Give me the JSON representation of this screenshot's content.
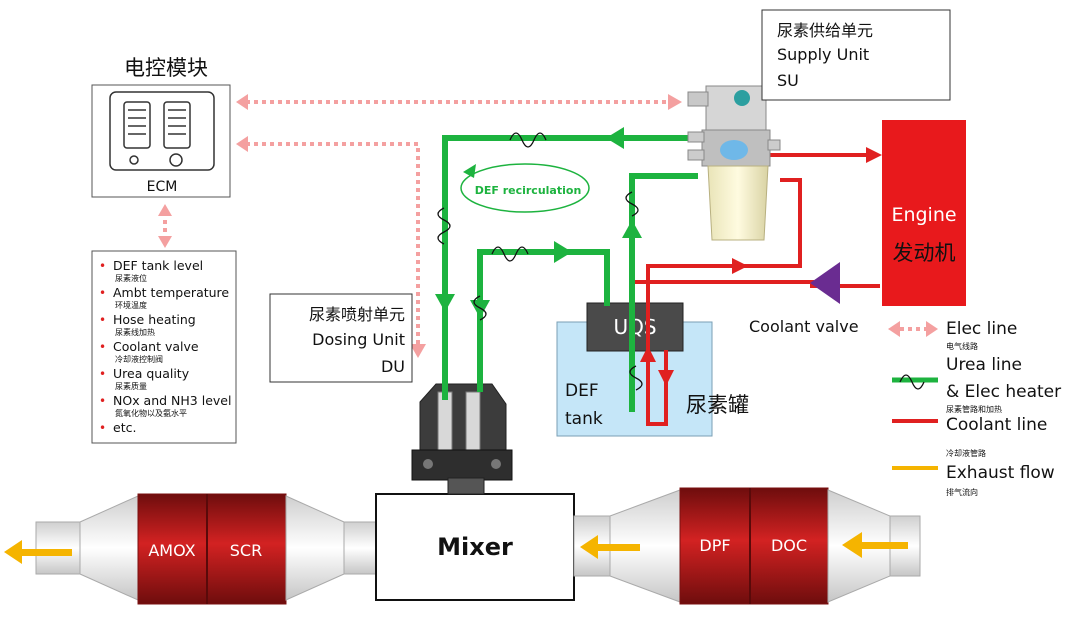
{
  "ecm": {
    "title": "电控模块",
    "label": "ECM"
  },
  "supply_unit": {
    "title_cn": "尿素供给单元",
    "title_en": "Supply Unit",
    "abbr": "SU"
  },
  "dosing_unit": {
    "title_cn": "尿素喷射单元",
    "title_en": "Dosing Unit",
    "abbr": "DU"
  },
  "engine": {
    "title_en": "Engine",
    "title_cn": "发动机"
  },
  "tank": {
    "sensor": "UQS",
    "line1": "DEF",
    "line2": "tank",
    "title_cn": "尿素罐"
  },
  "recirculation": {
    "label": "DEF recirculation"
  },
  "coolant_valve": {
    "label": "Coolant valve"
  },
  "mixer": {
    "label": "Mixer"
  },
  "catalysts": {
    "amox": "AMOX",
    "scr": "SCR",
    "dpf": "DPF",
    "doc": "DOC"
  },
  "signals": [
    {
      "en": "DEF tank level",
      "cn": "尿素液位"
    },
    {
      "en": "Ambt temperature",
      "cn": "环境温度"
    },
    {
      "en": "Hose heating",
      "cn": "尿素线加热"
    },
    {
      "en": "Coolant valve",
      "cn": "冷却液控制阀"
    },
    {
      "en": "Urea quality",
      "cn": "尿素质量"
    },
    {
      "en": "NOx and NH3 level",
      "cn": "氮氧化物以及氨水平"
    },
    {
      "en": "etc.",
      "cn": ""
    }
  ],
  "legend": {
    "elec_en": "Elec line",
    "elec_cn": "电气线路",
    "urea_en1": "Urea line",
    "urea_en2": "& Elec heater",
    "urea_cn": "尿素管路和加热",
    "coolant_en": "Coolant line",
    "coolant_cn": "冷却液管路",
    "exhaust_en": "Exhaust flow",
    "exhaust_cn": "排气流向"
  },
  "colors": {
    "urea_line": "#1db33f",
    "coolant_line": "#e02020",
    "elec_line": "#f4a0a0",
    "exhaust_arrow": "#f5b400",
    "engine": "#e8191c",
    "tank_fill": "#c5e6f8",
    "catalyst": "#b71c1c",
    "valve": "#6a2c91",
    "sensor_box": "#4a4a4a"
  }
}
